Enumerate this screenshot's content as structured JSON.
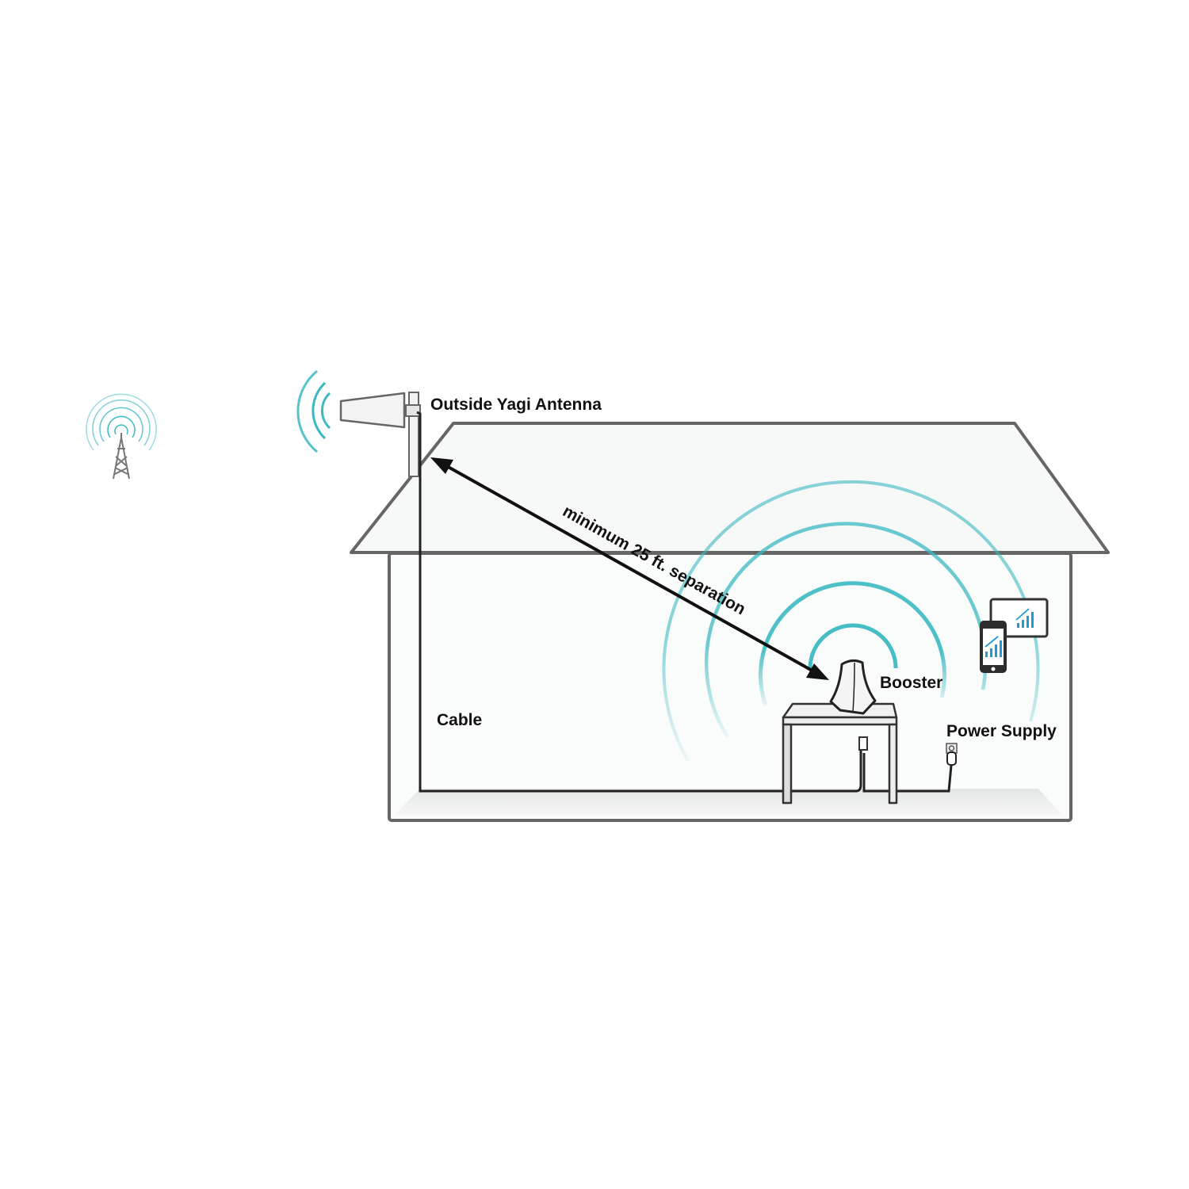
{
  "labels": {
    "antenna": "Outside Yagi Antenna",
    "separation": "minimum 25 ft. separation",
    "cable": "Cable",
    "booster": "Booster",
    "power_supply": "Power Supply"
  },
  "colors": {
    "signal": "#3bb9c2",
    "outline": "#555555",
    "wall_fill": "#f7f8f8",
    "device_bars": "#1e9ad6"
  },
  "icons": [
    "cell-tower-icon",
    "yagi-antenna-icon",
    "booster-icon",
    "smartphone-icon",
    "tablet-icon",
    "power-outlet-icon"
  ]
}
